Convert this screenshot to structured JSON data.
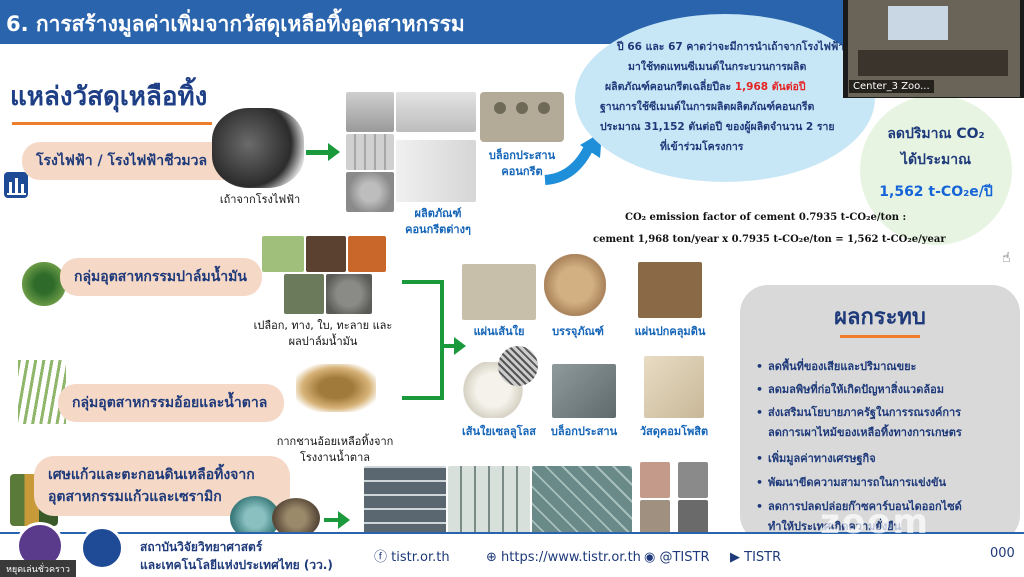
{
  "slide": {
    "title": "6. การสร้างมูลค่าเพิ่มจากวัสดุเหลือทิ้งอุตสาหกรรม",
    "source_heading": "แหล่งวัสดุเหลือทิ้ง",
    "sources": [
      {
        "label": "โรงไฟฟ้า / โรงไฟฟ้าชีวมวล",
        "caption": "เถ้าจากโรงไฟฟ้า"
      },
      {
        "label": "กลุ่มอุตสาหกรรมปาล์มน้ำมัน",
        "caption_line1": "เปลือก, ทาง, ใบ, ทะลาย และ",
        "caption_line2": "ผลปาล์มน้ำมัน"
      },
      {
        "label": "กลุ่มอุตสาหกรรมอ้อยและน้ำตาล",
        "caption_line1": "กากชานอ้อยเหลือทิ้งจาก",
        "caption_line2": "โรงงานน้ำตาล"
      },
      {
        "label_line1": "เศษแก้วและตะกอนดินเหลือทิ้งจาก",
        "label_line2": "อุตสาหกรรมแก้วและเซรามิก"
      }
    ],
    "products_top": [
      {
        "line1": "ผลิตภัณฑ์",
        "line2": "คอนกรีตต่างๆ"
      },
      {
        "line1": "บล็อกประสาน",
        "line2": "คอนกรีต"
      }
    ],
    "products_mid": [
      "แผ่นเส้นใย",
      "บรรจุภัณฑ์",
      "แผ่นปกคลุมดิน"
    ],
    "products_low": [
      "เส้นใยเซลลูโลส",
      "บล็อกประสาน",
      "วัสดุคอมโพสิต"
    ],
    "cloud": {
      "line1": "ปี 66 และ 67 คาดว่าจะมีการนำเถ้าจากโรงไฟฟ้า",
      "line2": "มาใช้ทดแทนซีเมนต์ในกระบวนการผลิต",
      "line3_pre": "ผลิตภัณฑ์คอนกรีตเฉลี่ยปีละ ",
      "line3_hl": "1,968 ตันต่อปี",
      "line4": "ฐานการใช้ซีเมนต์ในการผลิตผลิตภัณฑ์คอนกรีต",
      "line5": "ประมาณ 31,152 ตันต่อปี ของผู้ผลิตจำนวน 2 ราย",
      "line6": "ที่เข้าร่วมโครงการ"
    },
    "emission": {
      "line1": "CO₂ emission factor of cement 0.7935 t-CO₂e/ton :",
      "line2": "cement 1,968 ton/year x 0.7935 t-CO₂e/ton = 1,562  t-CO₂e/year"
    },
    "reduction": {
      "line1": "ลดปริมาณ CO₂",
      "line2": "ได้ประมาณ",
      "line3": "1,562 t-CO₂e/ปี"
    },
    "impact": {
      "title": "ผลกระทบ",
      "items": [
        "ลดพื้นที่ของเสียและปริมาณขยะ",
        "ลดมลพิษที่ก่อให้เกิดปัญหาสิ่งแวดล้อม",
        "ส่งเสริมนโยบายภาครัฐในการรณรงค์การ",
        "ลดการเผาไหม้ของเหลือทิ้งทางการเกษตร",
        "เพิ่มมูลค่าทางเศรษฐกิจ",
        "พัฒนาขีดความสามารถในการแข่งขัน",
        "ลดการปลดปล่อยก๊าซคาร์บอนไดออกไซด์",
        "ทำให้ประเทศเกิดความยั่งยืน"
      ]
    },
    "footer": {
      "org_line1": "สถาบันวิจัยวิทยาศาสตร์",
      "org_line2": "และเทคโนโลยีแห่งประเทศไทย (วว.)",
      "facebook": "tistr.or.th",
      "website": "https://www.tistr.or.th",
      "twitter": "@TISTR",
      "youtube": "TISTR",
      "phone_tail": "000"
    }
  },
  "zoom": {
    "participant_label": "Center_3 Zoo...",
    "watermark": "zoom",
    "pause_label": "หยุดเล่นชั่วคราว"
  },
  "colors": {
    "title_bar": "#2a64ad",
    "heading": "#1e3f86",
    "accent_orange": "#f07d2a",
    "pill": "#f6d8c6",
    "highlight_red": "#e42424",
    "arrow_green": "#1a9a3a",
    "cloud": "#c8e7f6",
    "impact_box": "#d9d9d9"
  }
}
